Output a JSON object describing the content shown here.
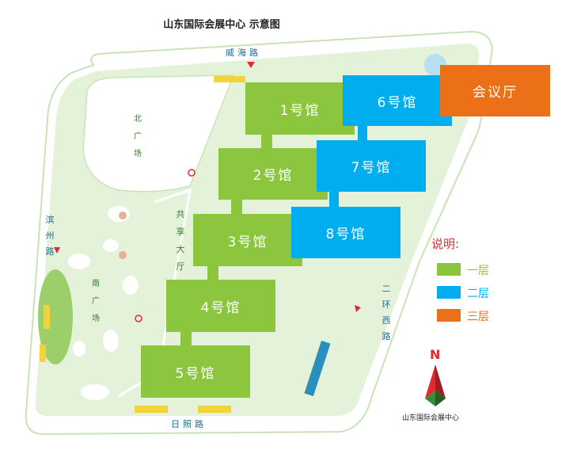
{
  "title": "山东国际会展中心 示意图",
  "halls": [
    {
      "label": "1号馆",
      "floor": "一层"
    },
    {
      "label": "2号馆",
      "floor": "一层"
    },
    {
      "label": "3号馆",
      "floor": "一层"
    },
    {
      "label": "4号馆",
      "floor": "一层"
    },
    {
      "label": "5号馆",
      "floor": "一层"
    },
    {
      "label": "6号馆",
      "floor": "二层"
    },
    {
      "label": "7号馆",
      "floor": "二层"
    },
    {
      "label": "8号馆",
      "floor": "二层"
    },
    {
      "label": "会议厅",
      "floor": "三层"
    }
  ],
  "roads": {
    "north": "威海路",
    "south": "日照路",
    "west": "滨州路",
    "east": "二环西路"
  },
  "plazas": {
    "north": "北广场",
    "south": "南广场",
    "hall": "共享大厅"
  },
  "legend": {
    "title": "说明:",
    "items": [
      {
        "label": "一层",
        "color": "#8cc63f"
      },
      {
        "label": "二层",
        "color": "#00aeef"
      },
      {
        "label": "三层",
        "color": "#ec7017"
      }
    ]
  },
  "compass": {
    "letter": "N",
    "caption": "山东国际会展中心"
  },
  "colors": {
    "floor1": "#8cc63f",
    "floor2": "#00aeef",
    "floor3": "#ec7017",
    "park": "#e3f2d8",
    "road_outline": "#c9e3b8"
  }
}
